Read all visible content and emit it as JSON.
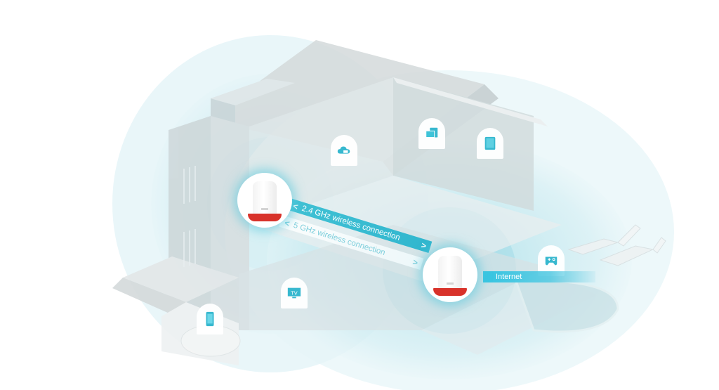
{
  "diagram": {
    "type": "mesh-wifi-coverage-illustration",
    "accent_color": "#2fbfd6",
    "router_base_color": "#d8322a",
    "connections": {
      "band_24": {
        "label": "2.4 GHz wireless connection",
        "left_chevron": "<",
        "right_chevron": ">"
      },
      "band_5": {
        "label": "5 GHz wireless connection",
        "left_chevron": "<",
        "right_chevron": ">"
      },
      "internet": {
        "label": "Internet"
      }
    },
    "nodes": [
      {
        "id": "router-upstairs",
        "name": "Mesh unit (upper floor)"
      },
      {
        "id": "router-downstairs",
        "name": "Mesh unit (ground floor)"
      }
    ],
    "devices": [
      {
        "id": "cloud-storage",
        "icon": "cloud-drive-icon"
      },
      {
        "id": "computer",
        "icon": "desktop-monitor-icon"
      },
      {
        "id": "tablet",
        "icon": "tablet-icon"
      },
      {
        "id": "game-console",
        "icon": "gamepad-icon"
      },
      {
        "id": "television",
        "icon": "tv-icon",
        "text": "TV"
      },
      {
        "id": "smartphone",
        "icon": "smartphone-icon"
      }
    ]
  }
}
